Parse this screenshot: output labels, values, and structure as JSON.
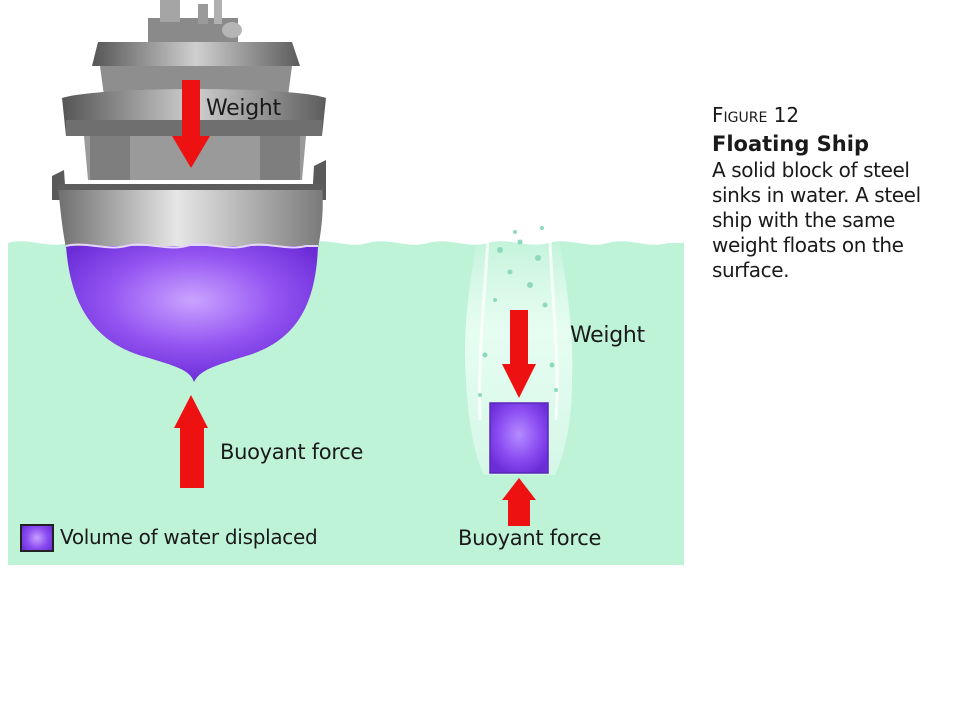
{
  "figure": {
    "number": "Figure 12",
    "title": "Floating Ship",
    "caption": "A solid block of steel sinks in water. A steel ship with the same weight floats on the surface."
  },
  "labels": {
    "ship_weight": "Weight",
    "ship_buoyant": "Buoyant force",
    "block_weight": "Weight",
    "block_buoyant": "Buoyant force"
  },
  "legend": {
    "label": "Volume of water displaced"
  },
  "colors": {
    "water": "#bff3d8",
    "displaced": "#8a4cf0",
    "arrow": "#ee1111",
    "hull": "#c8c8c8"
  }
}
